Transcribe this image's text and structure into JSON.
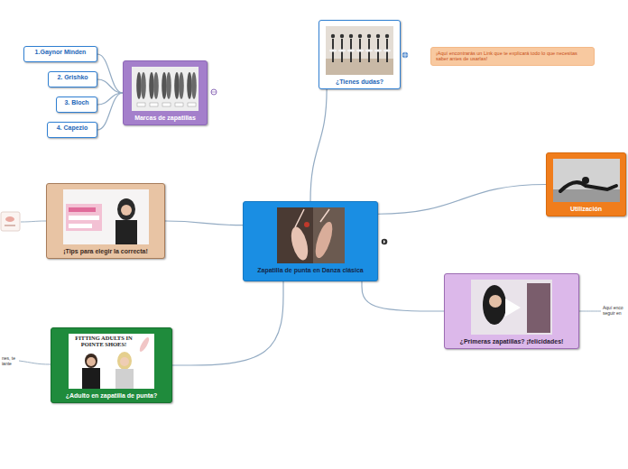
{
  "diagram": {
    "nodes": [
      {
        "text": [
          "Zapatilla de punta en Danza clásica"
        ]
      },
      {
        "text": [
          "Marcas de zapatillas"
        ]
      },
      {
        "text": [
          "1.Gaynor Minden"
        ]
      },
      {
        "text": [
          "2. Grishko"
        ]
      },
      {
        "text": [
          "3. Bloch"
        ]
      },
      {
        "text": [
          "4. Capezio"
        ]
      },
      {
        "text": [
          "¿Tienes dudas?"
        ]
      },
      {
        "text": [
          "¡Aquí encontrarás un Link que te explicará todo lo que necesitas saber antes de usarlas!"
        ]
      },
      {
        "text": [
          "Utilización"
        ]
      },
      {
        "text": [
          "¡Tips para elegir la correcta!"
        ]
      },
      {
        "text": [
          "¿Primeras zapatillas? ¡felicidades!"
        ]
      },
      {
        "text": [
          "¿Adulto en zapatilla de punta?"
        ]
      }
    ],
    "edges": [
      {
        "from": 1,
        "to": 2,
        "arrow": "none"
      },
      {
        "from": 1,
        "to": 3,
        "arrow": "none"
      },
      {
        "from": 1,
        "to": 4,
        "arrow": "none"
      },
      {
        "from": 1,
        "to": 5,
        "arrow": "none"
      },
      {
        "from": 0,
        "to": 6,
        "arrow": "none"
      },
      {
        "from": 0,
        "to": 8,
        "arrow": "none"
      },
      {
        "from": 0,
        "to": 9,
        "arrow": "none"
      },
      {
        "from": 0,
        "to": 10,
        "arrow": "none"
      },
      {
        "from": 0,
        "to": 11,
        "arrow": "none"
      }
    ],
    "labels": [
      "Aquí enco seguir en",
      "nes, te iante",
      "FITTING ADULTS IN POINTE SHOES!"
    ]
  }
}
